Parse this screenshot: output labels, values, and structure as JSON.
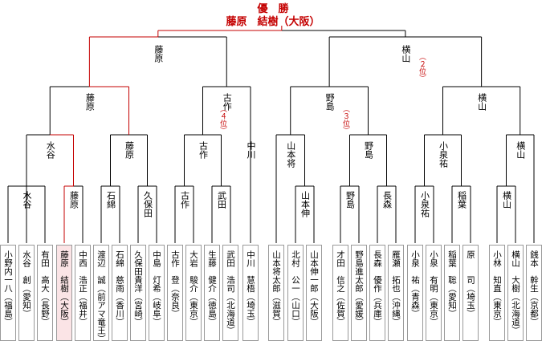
{
  "header": {
    "title": "優　勝",
    "winner": "藤原　結樹（大阪）"
  },
  "colors": {
    "accent": "#c40000",
    "line": "#000000",
    "winner_bg": "#fbe4e6",
    "slot_border": "#9a9a9a"
  },
  "players": [
    "小野内一八（福島）",
    "水谷　創（愛知）",
    "有田　高大（長野）",
    "藤原　結樹（大阪）",
    "中西　浩正（福井）",
    "渡辺　誠（前アマ竜王）",
    "石綿　慈雨（香川）",
    "久保田貴洋（宮崎）",
    "中島　灯希（岐阜）",
    "古作　登（奈良）",
    "大岩　駿介（東京）",
    "生藤　健介（徳島）",
    "武田　浩司（北海道）",
    "中川　慧梧（埼玉）",
    "山本将太郎（滋賀）",
    "北村　公一（山口）",
    "山本伸一郎（大阪）",
    "才田　信之（佐賀）",
    "野島進太郎（愛媛）",
    "長森　優作（兵庫）",
    "雁瀬　拓也（沖縄）",
    "小泉　祐（青森）",
    "小泉　有明（東京）",
    "稲葉　聡（愛知）",
    "原　　司（埼玉）",
    "小林　知直（東京）",
    "横山　大樹（北海道）",
    "銭本　幹生（京都）"
  ],
  "round1_winners": [
    "水谷",
    "藤原",
    "石綿",
    "久保田",
    "古作",
    "武田",
    "山本伸",
    "野島",
    "長森",
    "小泉祐",
    "稲葉",
    "横山"
  ],
  "round2_winners": [
    "水谷",
    "藤原",
    "古作",
    "中川",
    "山本将",
    "野島",
    "小泉祐",
    "横山"
  ],
  "quarterfinal_winners": [
    "藤原",
    "古作",
    "野島",
    "横山"
  ],
  "semifinal_winners": [
    "藤原",
    "横山"
  ],
  "places": {
    "second": "（２位）",
    "third": "（３位）",
    "fourth": "（４位）"
  }
}
